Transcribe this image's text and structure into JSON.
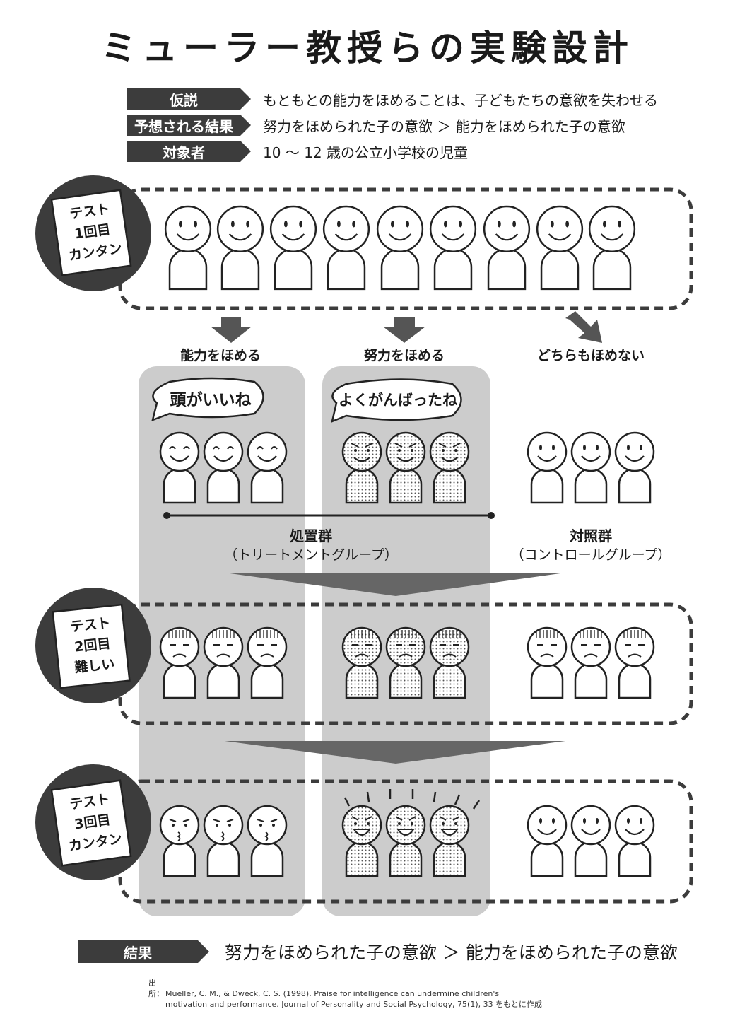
{
  "title": "ミューラー教授らの実験設計",
  "info": [
    {
      "label": "仮説",
      "text": "もともとの能力をほめることは、子どもたちの意欲を失わせる"
    },
    {
      "label": "予想される結果",
      "text": "努力をほめられた子の意欲 ＞ 能力をほめられた子の意欲"
    },
    {
      "label": "対象者",
      "text": "10 〜 12 歳の公立小学校の児童"
    }
  ],
  "tests": [
    {
      "line1": "テスト",
      "line2": "1回目",
      "line3": "カンタン"
    },
    {
      "line1": "テスト",
      "line2": "2回目",
      "line3": "難しい"
    },
    {
      "line1": "テスト",
      "line2": "3回目",
      "line3": "カンタン"
    }
  ],
  "branches": [
    "能力をほめる",
    "努力をほめる",
    "どちらもほめない"
  ],
  "speech": {
    "ability": "頭がいいね",
    "effort": "よくがんばったね"
  },
  "groups": {
    "treatment": {
      "title": "処置群",
      "subtitle": "（トリートメントグループ）"
    },
    "control": {
      "title": "対照群",
      "subtitle": "（コントロールグループ）"
    }
  },
  "result": {
    "label": "結果",
    "text": "努力をほめられた子の意欲 ＞ 能力をほめられた子の意欲"
  },
  "source": {
    "label": "出所：",
    "line1": "Mueller, C. M., & Dweck, C. S. (1998). Praise for intelligence can undermine children's",
    "line2": "motivation and performance. Journal of Personality and Social Psychology, 75(1), 33 をもとに作成"
  },
  "colors": {
    "dark": "#3c3c3c",
    "column": "#cccccc",
    "dot": "#555555"
  }
}
